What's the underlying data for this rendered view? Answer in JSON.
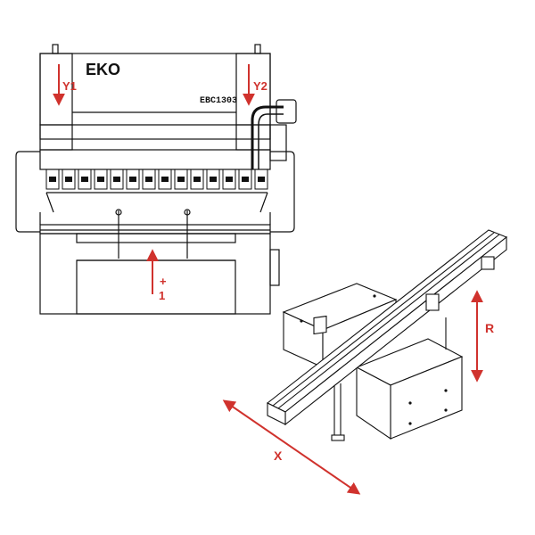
{
  "brand": {
    "logo_text": "EKO",
    "model_text": "EBC1303"
  },
  "axes": {
    "y1": "Y1",
    "y2": "Y2",
    "plus": "+",
    "one": "1",
    "r": "R",
    "x": "X"
  },
  "colors": {
    "arrow": "#d0322d",
    "line": "#111111",
    "fill": "#ffffff"
  }
}
